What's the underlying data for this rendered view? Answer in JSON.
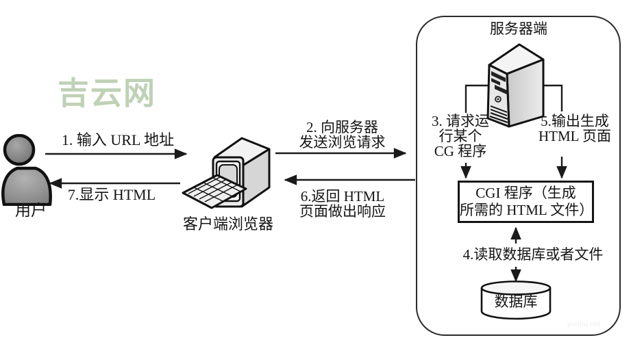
{
  "diagram": {
    "watermark": {
      "text": "吉云网",
      "color": "#b5c9aa",
      "corner_text": "yunbu.net"
    },
    "nodes": {
      "user": {
        "label": "用户"
      },
      "client": {
        "label": "客户端浏览器"
      },
      "server": {
        "title": "服务器端"
      },
      "cgi": {
        "line1": "CGI 程序（生成",
        "line2": "所需的 HTML 文件）"
      },
      "database": {
        "label": "数据库"
      }
    },
    "steps": {
      "s1": {
        "label": "1. 输入 URL 地址"
      },
      "s2a": "2. 向服务器",
      "s2b": "发送浏览请求",
      "s3a": "3. 请求运",
      "s3b": "行某个",
      "s3c": "CG 程序",
      "s4": {
        "label": "4.读取数据库或者文件"
      },
      "s5a": "5.输出生成",
      "s5b": "HTML 页面",
      "s6a": "6.返回 HTML",
      "s6b": "页面做出响应",
      "s7": {
        "label": "7.显示 HTML"
      }
    },
    "arrows": [
      {
        "id": "1",
        "from": "user",
        "to": "client",
        "direction": "right"
      },
      {
        "id": "2",
        "from": "client",
        "to": "server",
        "direction": "right"
      },
      {
        "id": "3",
        "from": "server",
        "to": "cgi",
        "direction": "down"
      },
      {
        "id": "4",
        "from": "cgi",
        "to": "database",
        "direction": "bidirectional"
      },
      {
        "id": "5",
        "from": "server",
        "to": "cgi",
        "direction": "down"
      },
      {
        "id": "6",
        "from": "server",
        "to": "client",
        "direction": "left"
      },
      {
        "id": "7",
        "from": "client",
        "to": "user",
        "direction": "left"
      }
    ],
    "colors": {
      "line": "#1a1a1a",
      "watermark_green": "#b5c9aa",
      "panel_border": "#2a2a2a"
    }
  }
}
